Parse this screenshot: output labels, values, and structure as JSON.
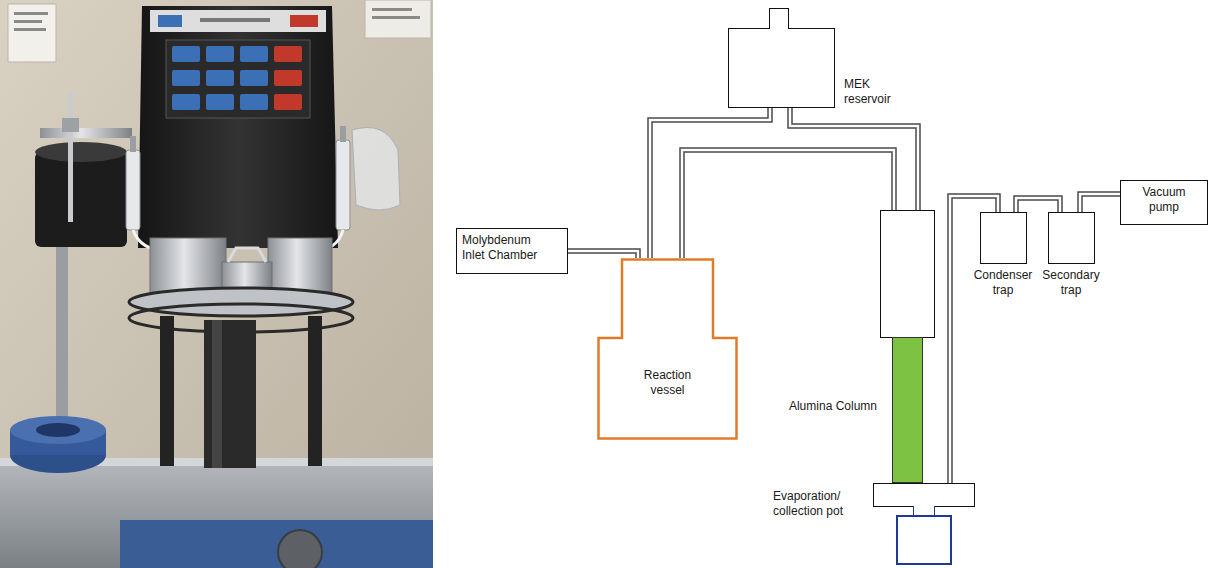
{
  "diagram": {
    "nodes": [
      {
        "text": [
          "MEK reservoir"
        ]
      },
      {
        "text": [
          "Molybdenum Inlet Chamber"
        ]
      },
      {
        "text": [
          "Reaction vessel"
        ]
      },
      {
        "text": [
          "Alumina Column"
        ]
      },
      {
        "text": [
          "Evaporation/ collection pot"
        ]
      },
      {
        "text": [
          "Condenser trap"
        ]
      },
      {
        "text": [
          "Secondary trap"
        ]
      },
      {
        "text": [
          "Vacuum pump"
        ]
      }
    ],
    "edges": [
      {
        "from": 0,
        "to": 2,
        "arrow": "none"
      },
      {
        "from": 0,
        "to": 3,
        "arrow": "none"
      },
      {
        "from": 2,
        "to": 3,
        "arrow": "none"
      },
      {
        "from": 1,
        "to": 2,
        "arrow": "none"
      },
      {
        "from": 4,
        "to": 5,
        "arrow": "none"
      },
      {
        "from": 5,
        "to": 6,
        "arrow": "none"
      },
      {
        "from": 6,
        "to": 7,
        "arrow": "none"
      }
    ]
  }
}
